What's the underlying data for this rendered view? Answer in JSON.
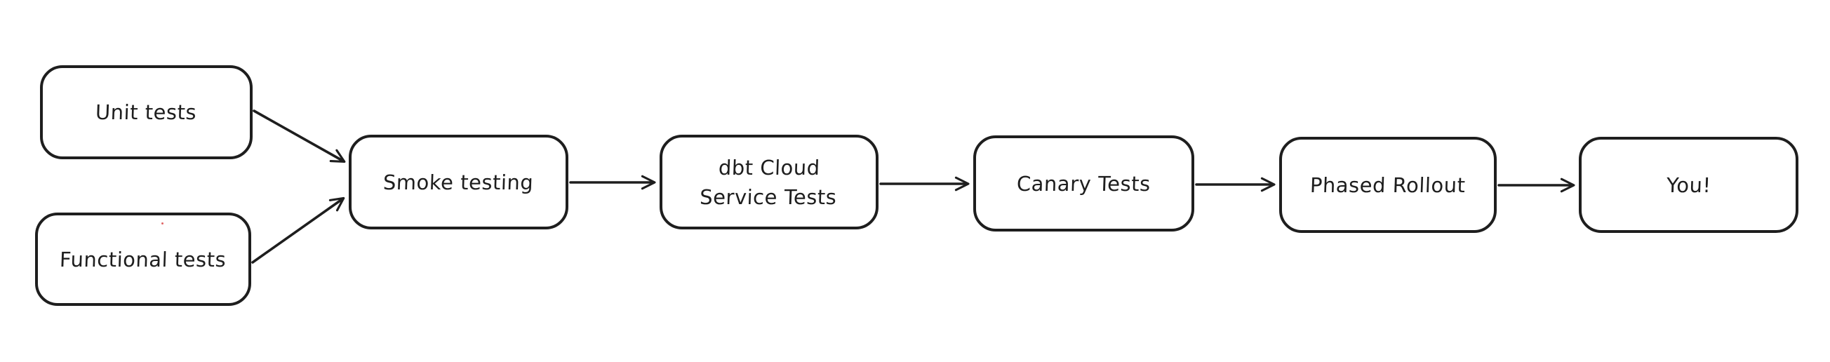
{
  "diagram": {
    "type": "flowchart",
    "style": "hand-drawn (excalidraw-like)",
    "colors": {
      "stroke": "#1e1e1e",
      "background": "#ffffff",
      "node_fill": "#ffffff",
      "artifact_dot": "#e06666"
    },
    "nodes": [
      {
        "id": "unit-tests",
        "label": "Unit tests"
      },
      {
        "id": "functional-tests",
        "label": "Functional tests"
      },
      {
        "id": "smoke-testing",
        "label": "Smoke testing"
      },
      {
        "id": "dbt-cloud-service-tests",
        "label": "dbt Cloud\nService Tests"
      },
      {
        "id": "canary-tests",
        "label": "Canary Tests"
      },
      {
        "id": "phased-rollout",
        "label": "Phased Rollout"
      },
      {
        "id": "you",
        "label": "You!"
      }
    ],
    "edges": [
      {
        "from": "unit-tests",
        "to": "smoke-testing"
      },
      {
        "from": "functional-tests",
        "to": "smoke-testing"
      },
      {
        "from": "smoke-testing",
        "to": "dbt-cloud-service-tests"
      },
      {
        "from": "dbt-cloud-service-tests",
        "to": "canary-tests"
      },
      {
        "from": "canary-tests",
        "to": "phased-rollout"
      },
      {
        "from": "phased-rollout",
        "to": "you"
      }
    ]
  }
}
